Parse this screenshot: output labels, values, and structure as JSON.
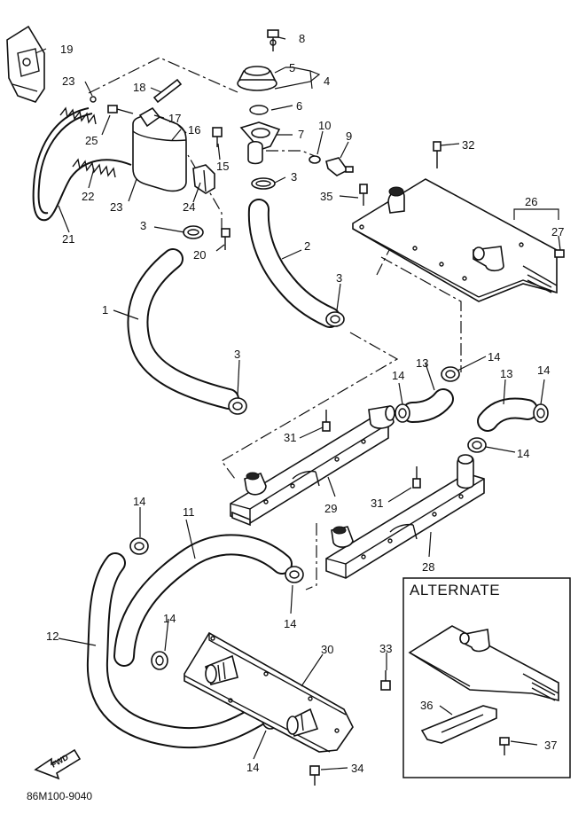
{
  "labels": {
    "p1": "1",
    "p2": "2",
    "p3a": "3",
    "p3b": "3",
    "p3c": "3",
    "p3d": "3",
    "p4": "4",
    "p5": "5",
    "p6": "6",
    "p7": "7",
    "p8": "8",
    "p9": "9",
    "p10": "10",
    "p11": "11",
    "p12": "12",
    "p13a": "13",
    "p13b": "13",
    "p14a": "14",
    "p14b": "14",
    "p14c": "14",
    "p14d": "14",
    "p14e": "14",
    "p14f": "14",
    "p14g": "14",
    "p14h": "14",
    "p15": "15",
    "p16": "16",
    "p17": "17",
    "p18": "18",
    "p19": "19",
    "p20": "20",
    "p21": "21",
    "p22": "22",
    "p23a": "23",
    "p23b": "23",
    "p24": "24",
    "p25": "25",
    "p26": "26",
    "p27": "27",
    "p28": "28",
    "p29": "29",
    "p30": "30",
    "p31a": "31",
    "p31b": "31",
    "p32": "32",
    "p33": "33",
    "p34": "34",
    "p35": "35",
    "p36": "36",
    "p37": "37"
  },
  "alternate_title": "ALTERNATE",
  "fwd_label": "FWD",
  "drawing_code": "86M100-9040"
}
